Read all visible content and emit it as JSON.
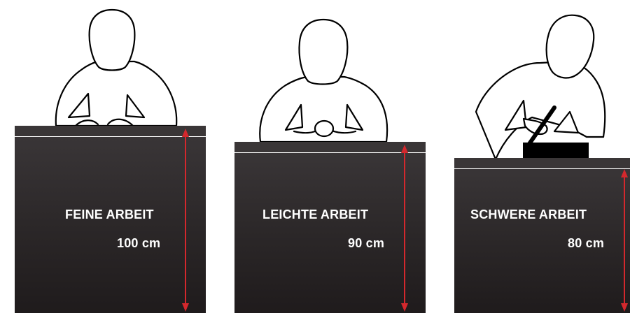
{
  "workstations": [
    {
      "title": "FEINE ARBEIT",
      "height": "100 cm"
    },
    {
      "title": "LEICHTE ARBEIT",
      "height": "90 cm"
    },
    {
      "title": "SCHWERE ARBEIT",
      "height": "80 cm"
    }
  ],
  "colors": {
    "bench": "#2b2728",
    "arrow": "#d4282d",
    "outline": "#000000",
    "text": "#ffffff"
  }
}
